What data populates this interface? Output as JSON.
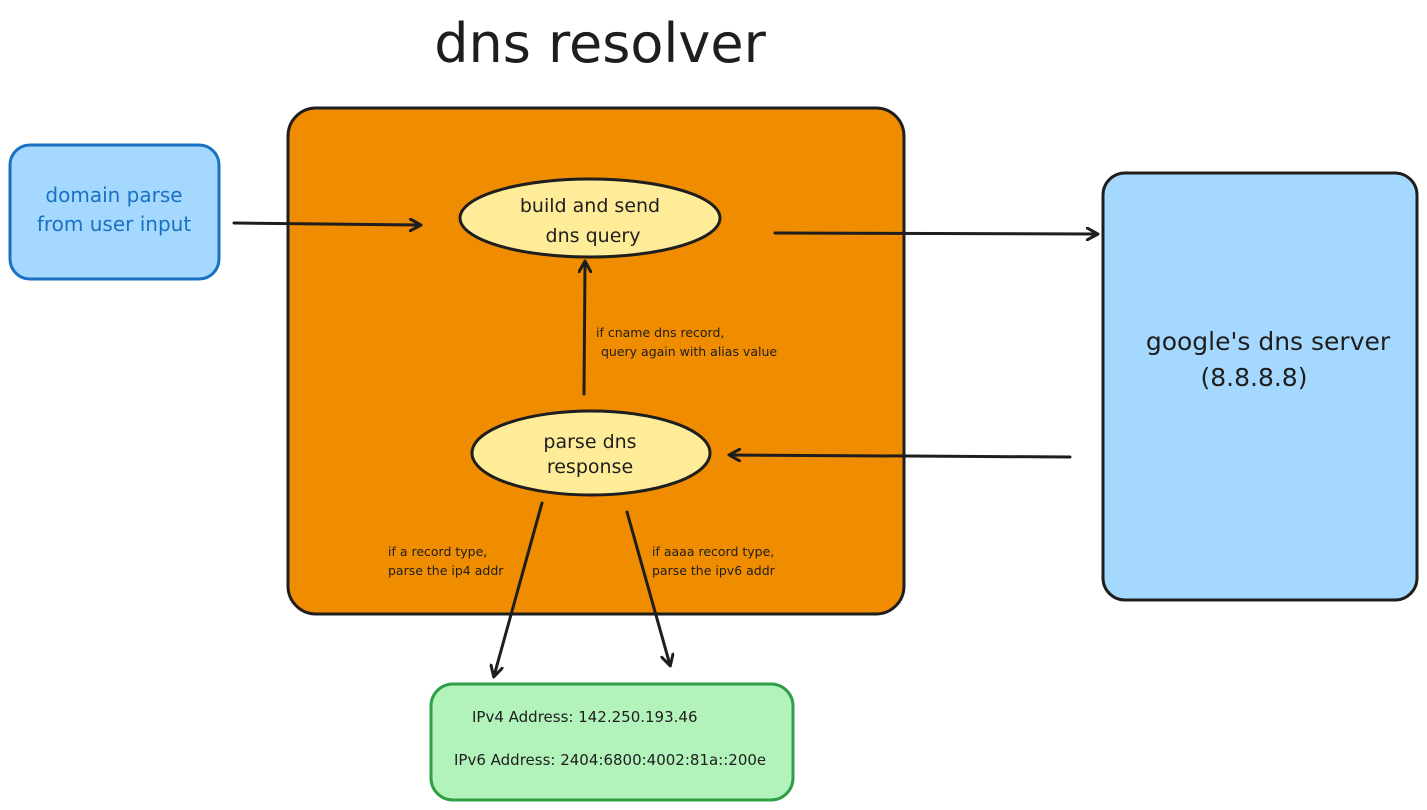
{
  "title": "dns resolver",
  "colors": {
    "resolver_fill": "#f08c00",
    "ellipse_fill": "#ffec99",
    "input_fill": "#a5d8ff",
    "input_stroke": "#1971c2",
    "server_fill": "#a5d8ff",
    "result_fill": "#b2f2bb",
    "result_stroke": "#2f9e44",
    "stroke": "#1e1e1e"
  },
  "nodes": {
    "user_input": {
      "line1": "domain parse",
      "line2": "from user input"
    },
    "build_query": {
      "line1": "build and send",
      "line2": "dns query"
    },
    "parse_response": {
      "line1": "parse dns",
      "line2": "response"
    },
    "dns_server": {
      "line1": "google's dns server",
      "line2": "(8.8.8.8)"
    }
  },
  "edge_labels": {
    "cname": {
      "line1": "if cname dns record,",
      "line2": "query again with alias value"
    },
    "a_record": {
      "line1": "if a record type,",
      "line2": "parse the ip4 addr"
    },
    "aaaa_record": {
      "line1": "if aaaa record type,",
      "line2": "parse the ipv6 addr"
    }
  },
  "result": {
    "ipv4": "IPv4 Address: 142.250.193.46",
    "ipv6": "IPv6 Address: 2404:6800:4002:81a::200e"
  }
}
